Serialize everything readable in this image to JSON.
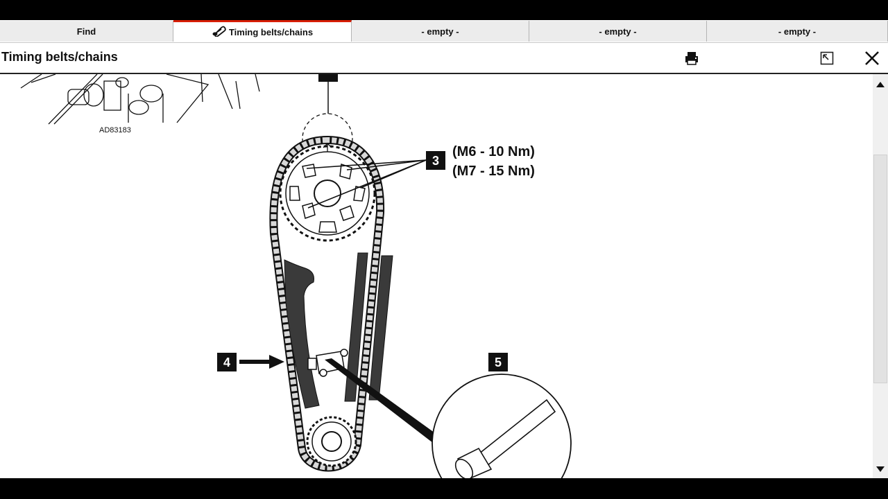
{
  "tabs": [
    {
      "label": "Find",
      "active": false
    },
    {
      "label": "Timing belts/chains",
      "active": true
    },
    {
      "label": "- empty -",
      "active": false
    },
    {
      "label": "- empty -",
      "active": false
    },
    {
      "label": "- empty -",
      "active": false
    }
  ],
  "window": {
    "title": "Timing belts/chains"
  },
  "diagram": {
    "figure_id": "AD83183",
    "callout_3": "3",
    "callout_4": "4",
    "callout_5": "5",
    "torque_m6": "(M6 - 10 Nm)",
    "torque_m7": "(M7 - 15 Nm)"
  }
}
